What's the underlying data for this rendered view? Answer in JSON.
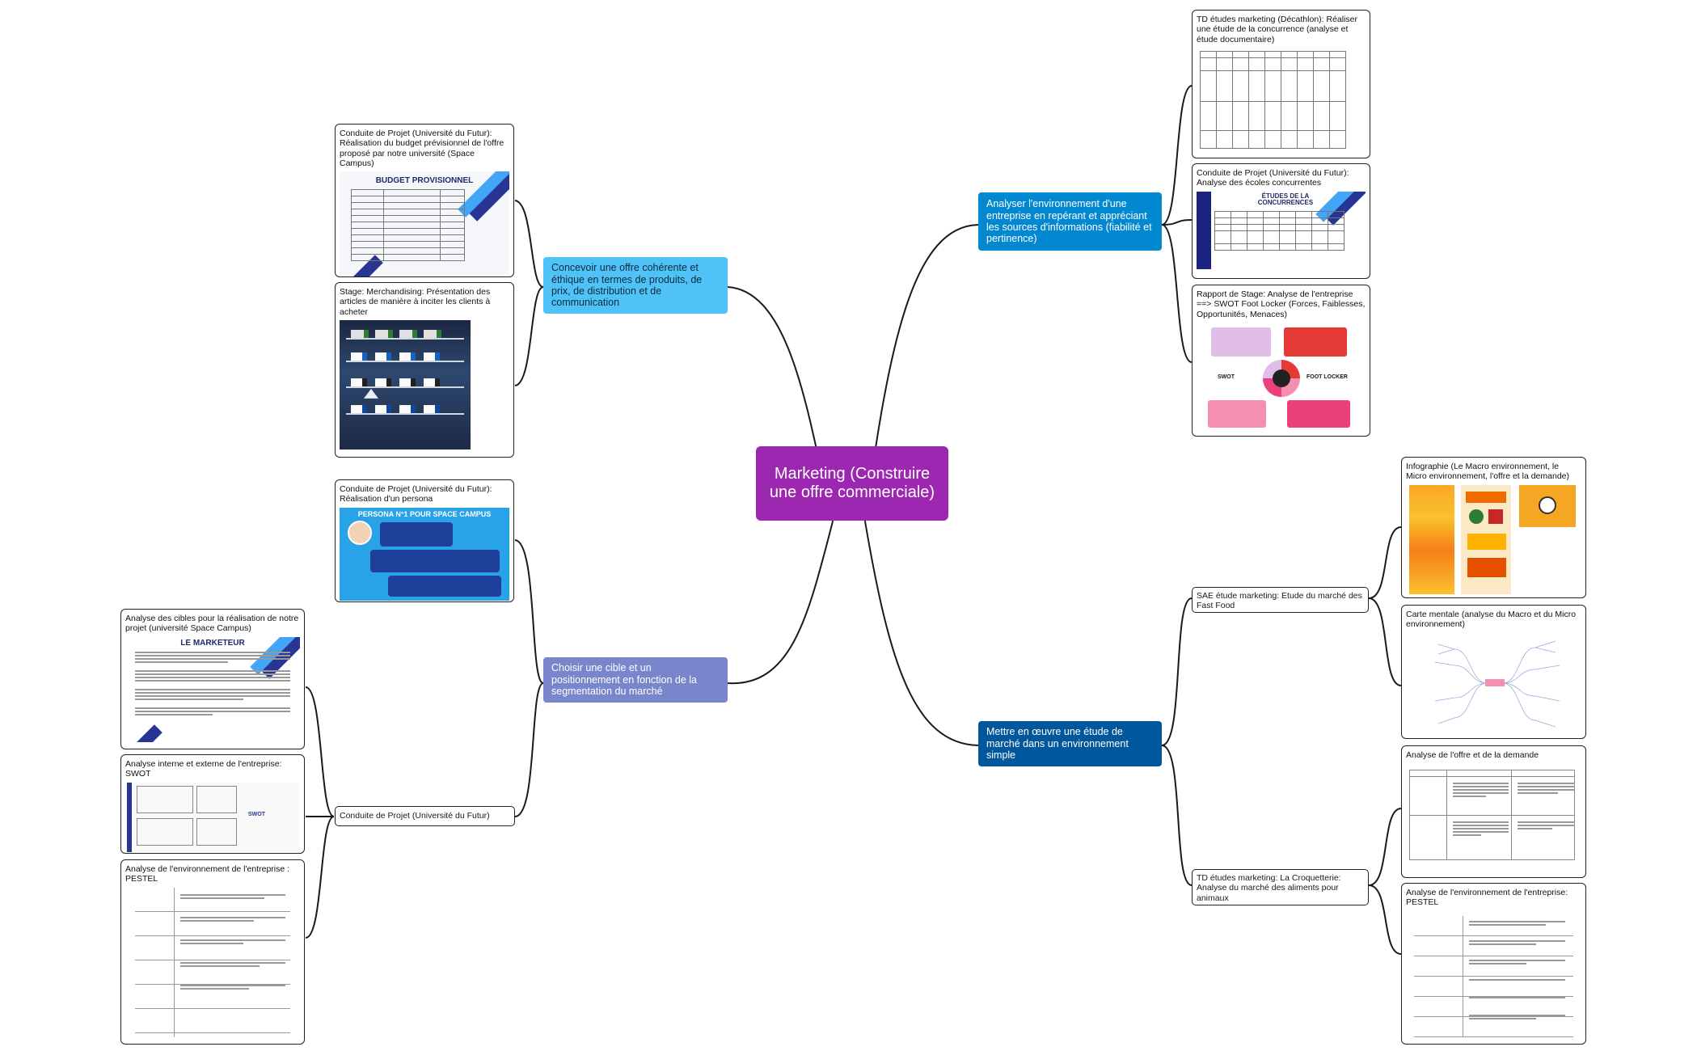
{
  "root": {
    "label": "Marketing (Construire une offre commerciale)"
  },
  "branches": {
    "concevoir": "Concevoir une offre cohérente et éthique en termes de produits, de prix, de distribution et de communication",
    "choisir": "Choisir une cible et un positionnement en fonction de la segmentation du marché",
    "analyser": "Analyser l'environnement d'une entreprise en repérant et appréciant les sources d'informations (fiabilité et pertinence)",
    "mettre": "Mettre en œuvre une étude de marché dans un environnement simple"
  },
  "cards": {
    "budget": {
      "title": "Conduite de Projet (Université du Futur): Réalisation du budget prévisionnel de l'offre proposé par notre université (Space Campus)",
      "thumb_title": "BUDGET PROVISIONNEL"
    },
    "merch": {
      "title": "Stage: Merchandising: Présentation des articles de manière à inciter les clients à acheter"
    },
    "persona": {
      "title": "Conduite de Projet (Université du Futur): Réalisation d'un persona",
      "thumb_title": "PERSONA N°1 POUR SPACE CAMPUS"
    },
    "cibles": {
      "title": "Analyse des cibles pour la réalisation de notre projet (université Space Campus)",
      "thumb_title": "LE MARKETEUR"
    },
    "swot_int": {
      "title": "Analyse interne et externe de l'entreprise: SWOT",
      "thumb_title": "SWOT"
    },
    "pestel_left": {
      "title": "Analyse de l'environnement de l'entreprise : PESTEL"
    },
    "td_decathlon": {
      "title": "TD études marketing (Décathlon): Réaliser une étude de la concurrence (analyse et étude documentaire)"
    },
    "ecoles": {
      "title": "Conduite de Projet (Université du Futur): Analyse des écoles concurrentes",
      "thumb_title": "ÉTUDES DE LA CONCURRENCES"
    },
    "swot_fl": {
      "title": "Rapport de Stage: Analyse de l'entreprise ==> SWOT Foot Locker (Forces, Faiblesses, Opportunités, Menaces)",
      "left_label": "SWOT",
      "right_label": "FOOT LOCKER"
    },
    "infographie": {
      "title": "Infographie (Le Macro environnement, le Micro environnement, l'offre et la demande)"
    },
    "carte": {
      "title": "Carte mentale (analyse du Macro et du Micro environnement)"
    },
    "offre_demande": {
      "title": "Analyse de l'offre et de la demande"
    },
    "pestel_right": {
      "title": "Analyse de l'environnement de l'entreprise: PESTEL"
    }
  },
  "leaves": {
    "conduite": "Conduite de Projet (Université du Futur)",
    "sae": "SAE étude marketing: Etude du marché des Fast Food",
    "td_croq": "TD études marketing: La Croquetterie: Analyse du marché des aliments pour animaux"
  },
  "colors": {
    "root": "#9c27b0",
    "sky": "#4fc3f7",
    "lavender": "#7986cb",
    "blue": "#0288d1",
    "navy": "#01579b"
  }
}
